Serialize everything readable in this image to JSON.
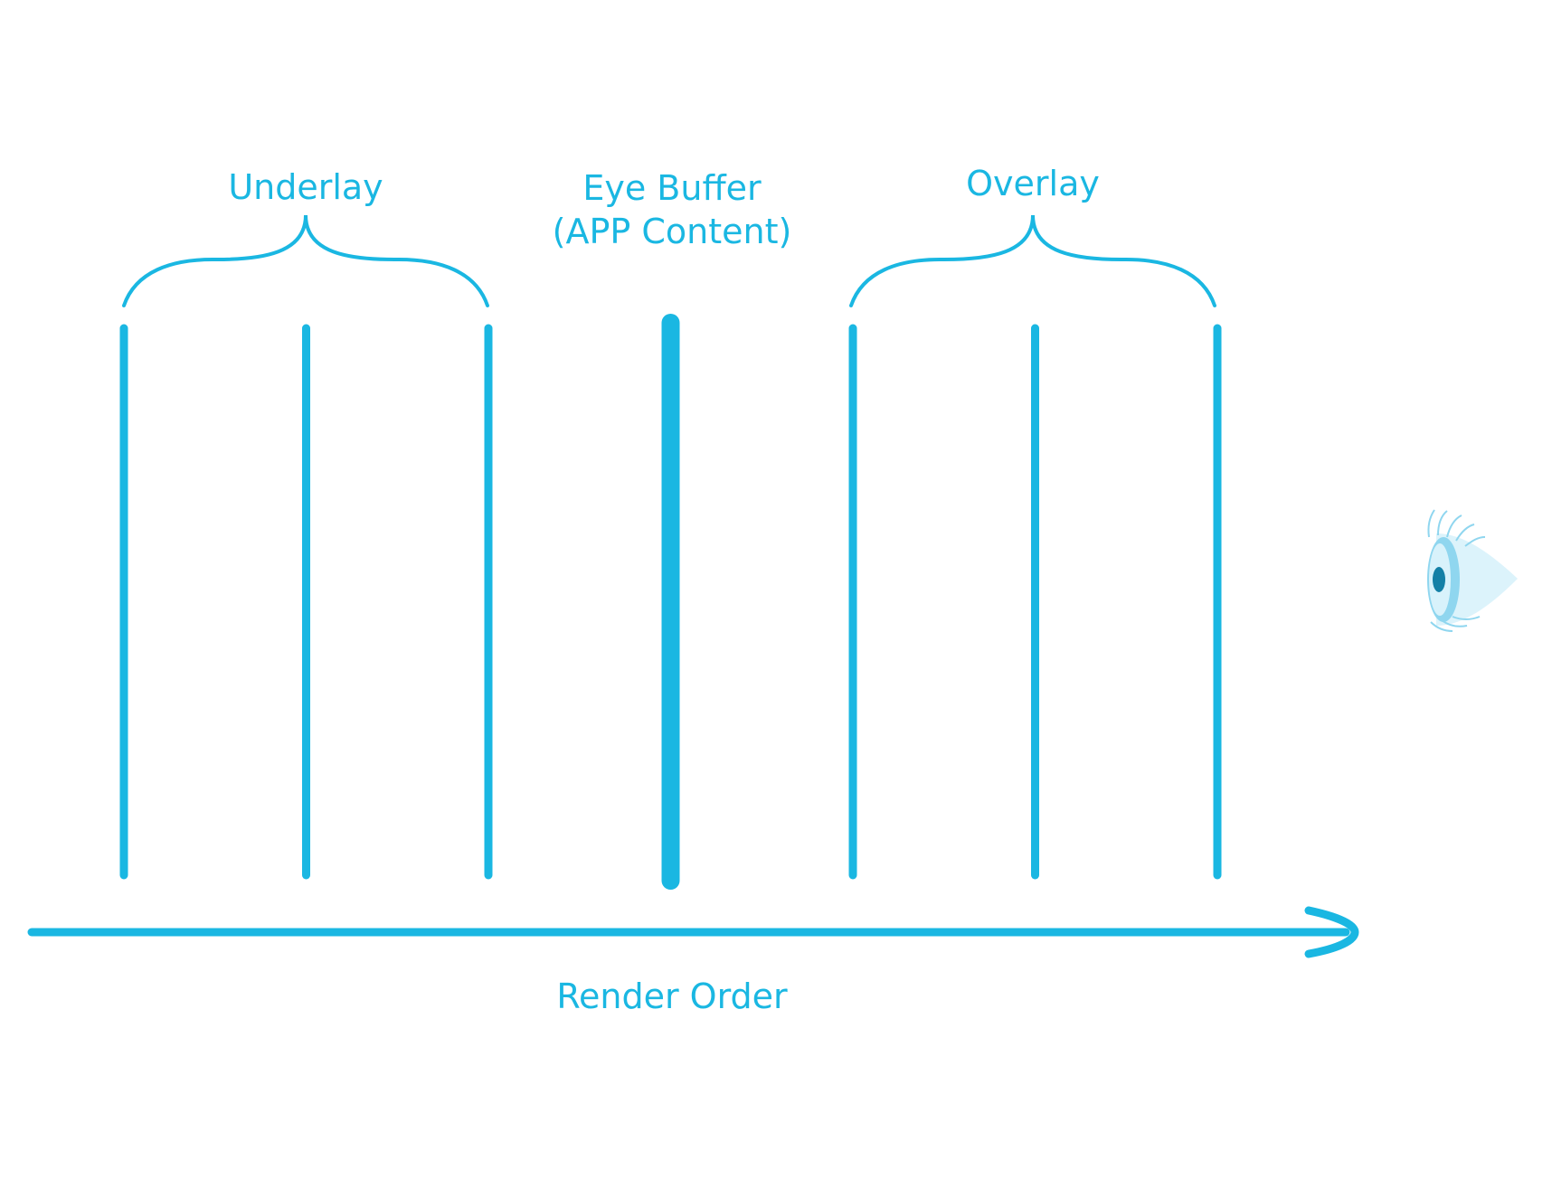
{
  "colors": {
    "accent": "#1ab7e2",
    "eye_light": "#d8f2fb",
    "eye_mid": "#8fd6ef",
    "eye_pupil": "#1480a6"
  },
  "labels": {
    "underlay": "Underlay",
    "eye_buffer_line1": "Eye Buffer",
    "eye_buffer_line2": "(APP Content)",
    "overlay": "Overlay",
    "axis": "Render Order"
  },
  "layers": [
    {
      "group": "underlay"
    },
    {
      "group": "underlay"
    },
    {
      "group": "underlay"
    },
    {
      "group": "eye-buffer"
    },
    {
      "group": "overlay"
    },
    {
      "group": "overlay"
    },
    {
      "group": "overlay"
    }
  ],
  "viewer_icon": "eye-icon"
}
